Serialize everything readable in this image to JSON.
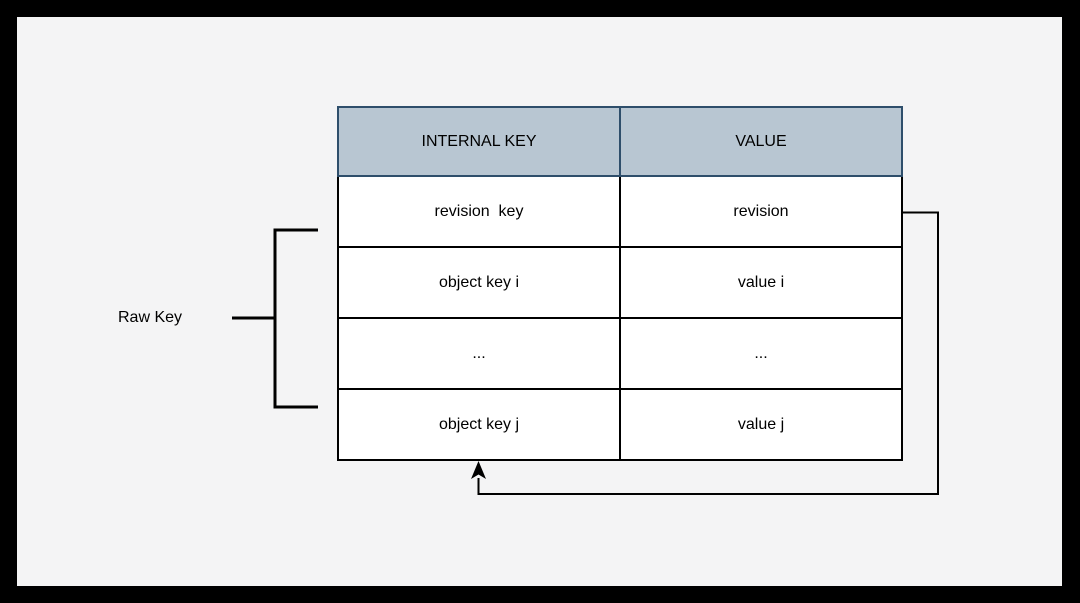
{
  "colors": {
    "frame": "#000000",
    "canvas_background": "#f4f4f5",
    "header_fill": "#b8c6d2",
    "header_border": "#2e4e6b",
    "table_border": "#000000",
    "row_fill": "#ffffff",
    "connector_line": "#000000"
  },
  "table": {
    "headers": [
      "INTERNAL KEY",
      "VALUE"
    ],
    "rows": [
      [
        "revision  key",
        "revision"
      ],
      [
        "object key i",
        "value i"
      ],
      [
        "...",
        "..."
      ],
      [
        "object key j",
        "value j"
      ]
    ]
  },
  "labels": {
    "raw_key": "Raw Key"
  }
}
